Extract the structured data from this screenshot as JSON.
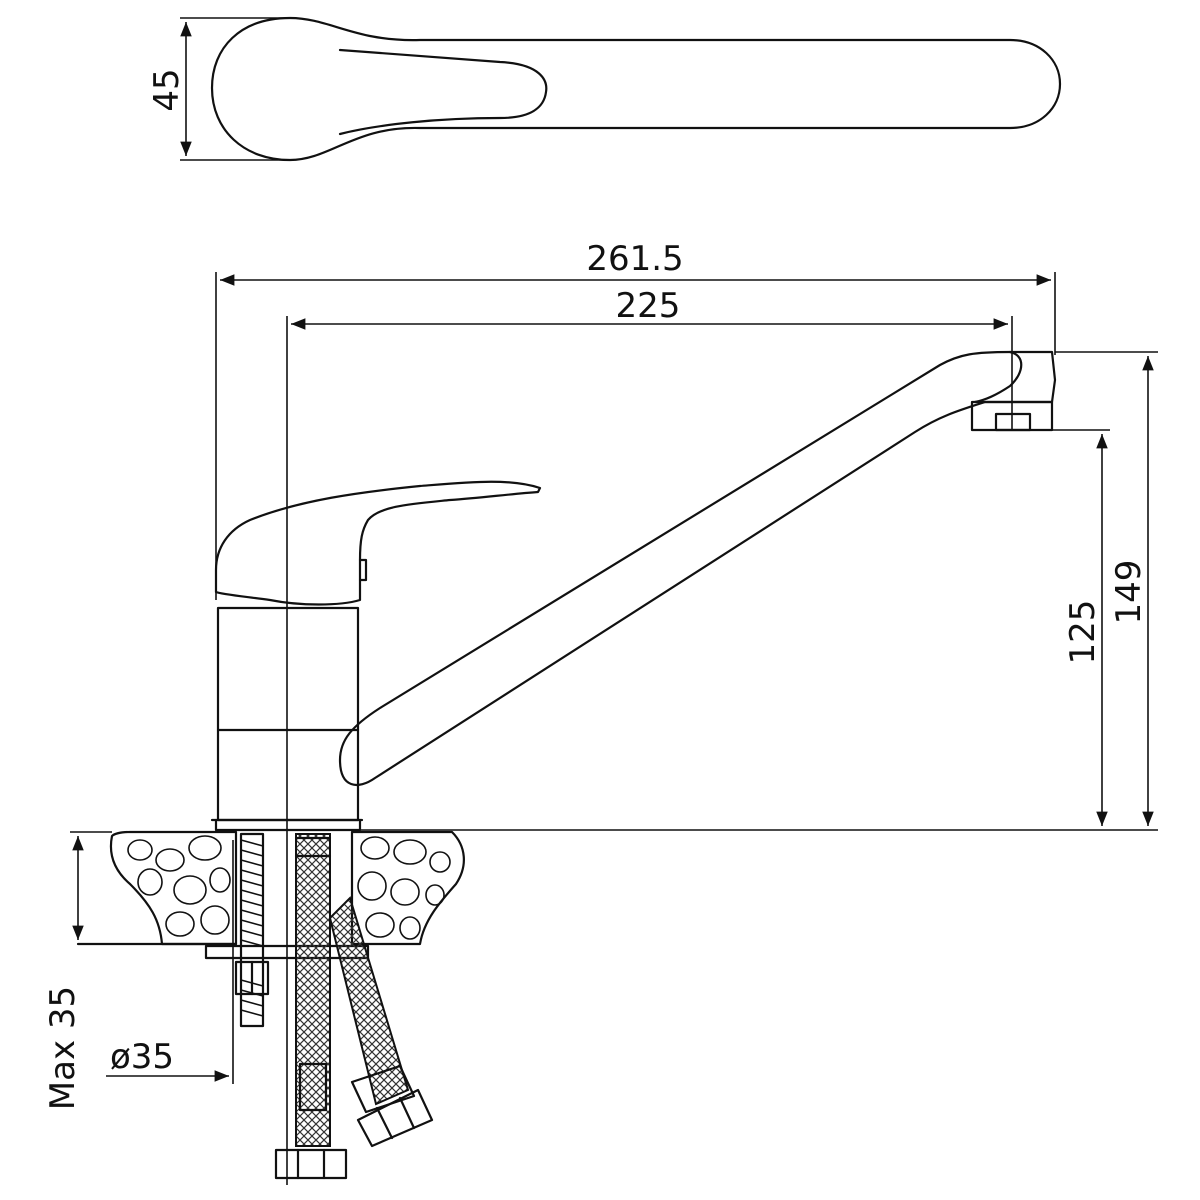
{
  "dimensions": {
    "handle_width": "45",
    "overall_length": "261.5",
    "spout_reach": "225",
    "spout_height": "125",
    "total_height": "149",
    "max_counter_thickness": "Max 35",
    "hole_diameter": "ø35"
  }
}
